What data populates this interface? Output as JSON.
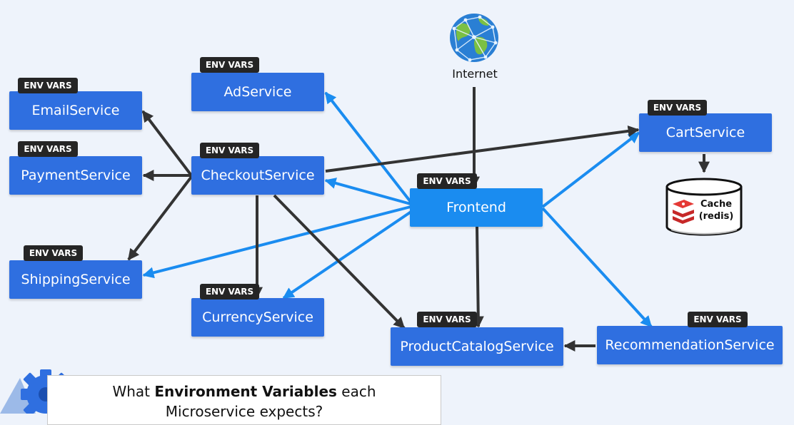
{
  "colors": {
    "service_box": "#2f6fe0",
    "frontend_box": "#1a8cf0",
    "tag_bg": "#252525",
    "blue_arrow": "#1a8cf0",
    "dark_arrow": "#333333",
    "background": "#eef3fb"
  },
  "env_tag": "ENV VARS",
  "internet": {
    "label": "Internet",
    "icon": "globe-network-icon"
  },
  "cache": {
    "line1": "Cache",
    "line2": "(redis)",
    "icon": "redis-icon"
  },
  "services": {
    "ad": "AdService",
    "email": "EmailService",
    "payment": "PaymentService",
    "checkout": "CheckoutService",
    "shipping": "ShippingService",
    "currency": "CurrencyService",
    "frontend": "Frontend",
    "productcatalog": "ProductCatalogService",
    "cart": "CartService",
    "recommendation": "RecommendationService"
  },
  "question": {
    "prefix": "What ",
    "bold": "Environment Variables",
    "suffix": " each",
    "line2": "Microservice expects?",
    "icon": "gear-icon"
  }
}
